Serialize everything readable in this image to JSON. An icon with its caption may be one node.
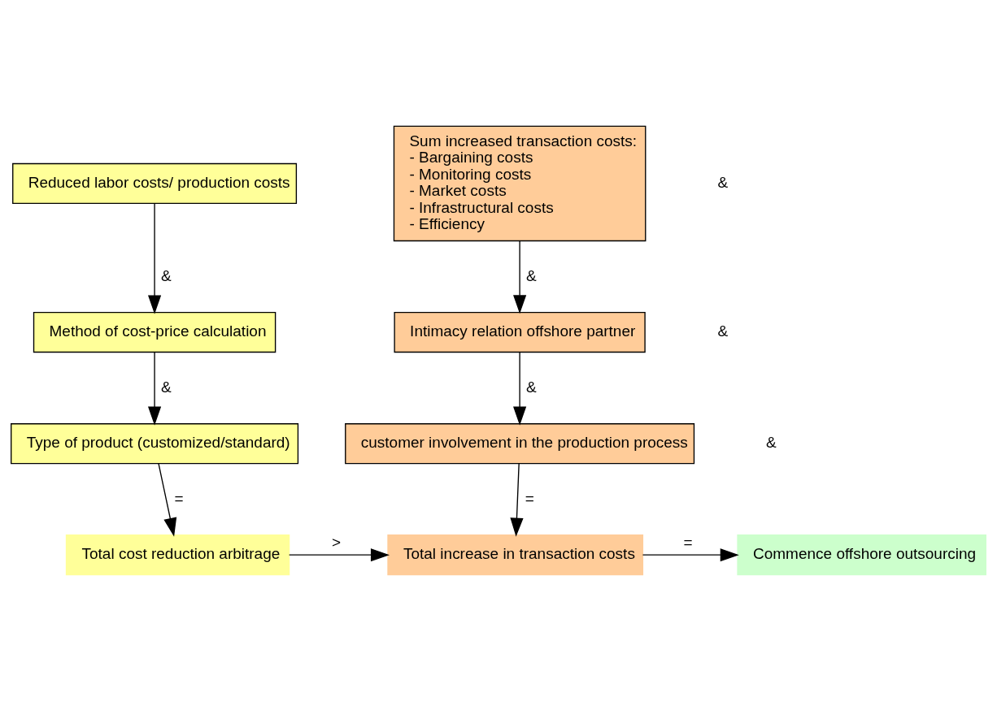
{
  "diagram": {
    "nodes": [
      {
        "text": [
          "Reduced labor costs/ production costs"
        ]
      },
      {
        "text": [
          "Sum increased transaction costs:",
          "- Bargaining costs",
          "- Monitoring costs",
          "- Market costs",
          "- Infrastructural costs",
          "- Efficiency"
        ]
      },
      {
        "text": [
          "Method of cost-price calculation"
        ]
      },
      {
        "text": [
          "Intimacy relation offshore partner"
        ]
      },
      {
        "text": [
          "Type of product (customized/standard)"
        ]
      },
      {
        "text": [
          "customer involvement in the production process"
        ]
      },
      {
        "text": [
          "Total cost reduction arbitrage"
        ]
      },
      {
        "text": [
          "Total increase in transaction costs"
        ]
      },
      {
        "text": [
          "Commence offshore outsourcing"
        ]
      }
    ],
    "edges": [
      {
        "from": 0,
        "to": 2,
        "arrow": "to",
        "label": "&"
      },
      {
        "from": 1,
        "to": 3,
        "arrow": "to",
        "label": "&"
      },
      {
        "from": 2,
        "to": 4,
        "arrow": "to",
        "label": "&"
      },
      {
        "from": 3,
        "to": 5,
        "arrow": "to",
        "label": "&"
      },
      {
        "from": 4,
        "to": 6,
        "arrow": "to",
        "label": "="
      },
      {
        "from": 5,
        "to": 7,
        "arrow": "to",
        "label": "="
      },
      {
        "from": 6,
        "to": 7,
        "arrow": "to",
        "label": ">"
      },
      {
        "from": 7,
        "to": 8,
        "arrow": "to",
        "label": "="
      }
    ],
    "labels": [
      "&",
      "&",
      "&"
    ]
  }
}
